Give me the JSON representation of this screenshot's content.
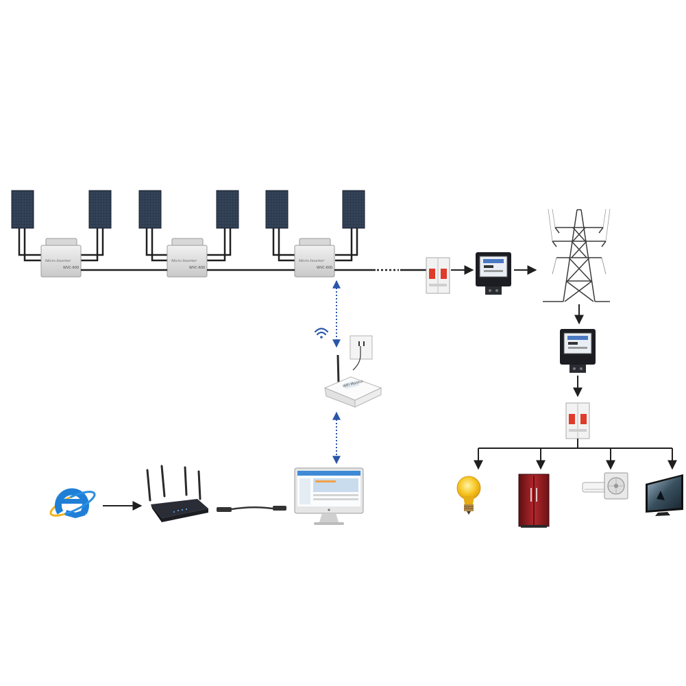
{
  "diagram": {
    "inverter_label": "Micro Inverter",
    "inverter_model": "WVC-600",
    "gateway_label": "WiFi Monitor"
  },
  "colors": {
    "wire": "#1f1f1f",
    "wifi_link": "#2a56a8",
    "panel_cell": "#26313f",
    "breaker_red": "#e03a2a",
    "bulb_yellow": "#f4c21f",
    "fridge_red": "#9e1d22",
    "ie_blue": "#1f7fd6"
  },
  "icons": [
    "solar-panel-icon",
    "micro-inverter-icon",
    "circuit-breaker-icon",
    "electric-meter-icon",
    "transmission-tower-icon",
    "wifi-icon",
    "wall-socket-icon",
    "wifi-gateway-icon",
    "internet-explorer-icon",
    "router-icon",
    "ethernet-cable-icon",
    "desktop-monitor-icon",
    "light-bulb-icon",
    "refrigerator-icon",
    "air-conditioner-icon",
    "television-icon"
  ]
}
